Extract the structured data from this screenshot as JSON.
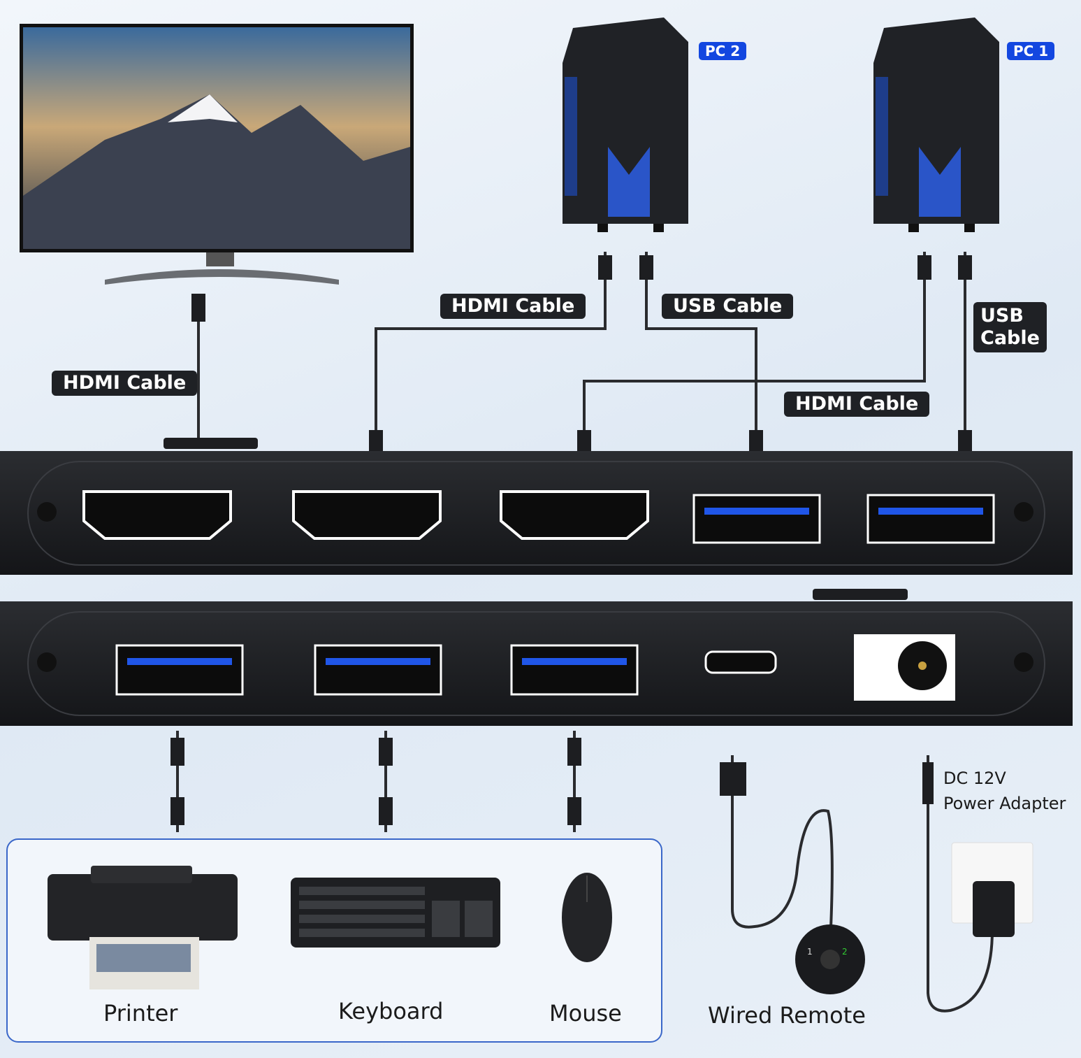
{
  "pcs": {
    "pc2": "PC 2",
    "pc1": "PC 1"
  },
  "cables": {
    "hdmi_monitor": "HDMI Cable",
    "hdmi_pc2": "HDMI Cable",
    "usb_pc2": "USB Cable",
    "hdmi_pc1": "HDMI Cable",
    "usb_pc1_line1": "USB",
    "usb_pc1_line2": "Cable"
  },
  "peripherals": {
    "printer": "Printer",
    "keyboard": "Keyboard",
    "mouse": "Mouse",
    "remote": "Wired Remote"
  },
  "power": {
    "line1": "DC 12V",
    "line2": "Power Adapter"
  },
  "remote_buttons": {
    "one": "1",
    "two": "2"
  },
  "colors": {
    "label_bg": "#1f2125",
    "pc_badge": "#1347e0",
    "device": "#1c1d20",
    "usb_blue": "#2056e8"
  }
}
